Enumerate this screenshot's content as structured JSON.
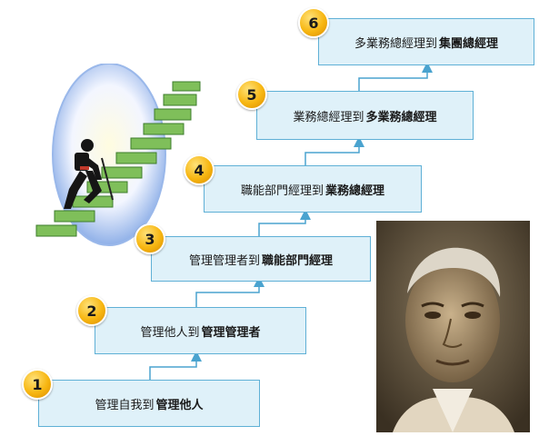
{
  "steps": [
    {
      "number": "1",
      "prefix": "管理自我到",
      "target": "管理他人"
    },
    {
      "number": "2",
      "prefix": "管理他人到",
      "target": "管理管理者"
    },
    {
      "number": "3",
      "prefix": "管理管理者到",
      "target": "職能部門經理"
    },
    {
      "number": "4",
      "prefix": "職能部門經理到",
      "target": "業務總經理"
    },
    {
      "number": "5",
      "prefix": "業務總經理到",
      "target": "多業務總經理"
    },
    {
      "number": "6",
      "prefix": "多業務總經理到",
      "target": "集團總經理"
    }
  ],
  "colors": {
    "box_fill": "#dff1f9",
    "box_border": "#5fb0d6",
    "arrow": "#4aa3cf",
    "badge": "#f7b611"
  }
}
